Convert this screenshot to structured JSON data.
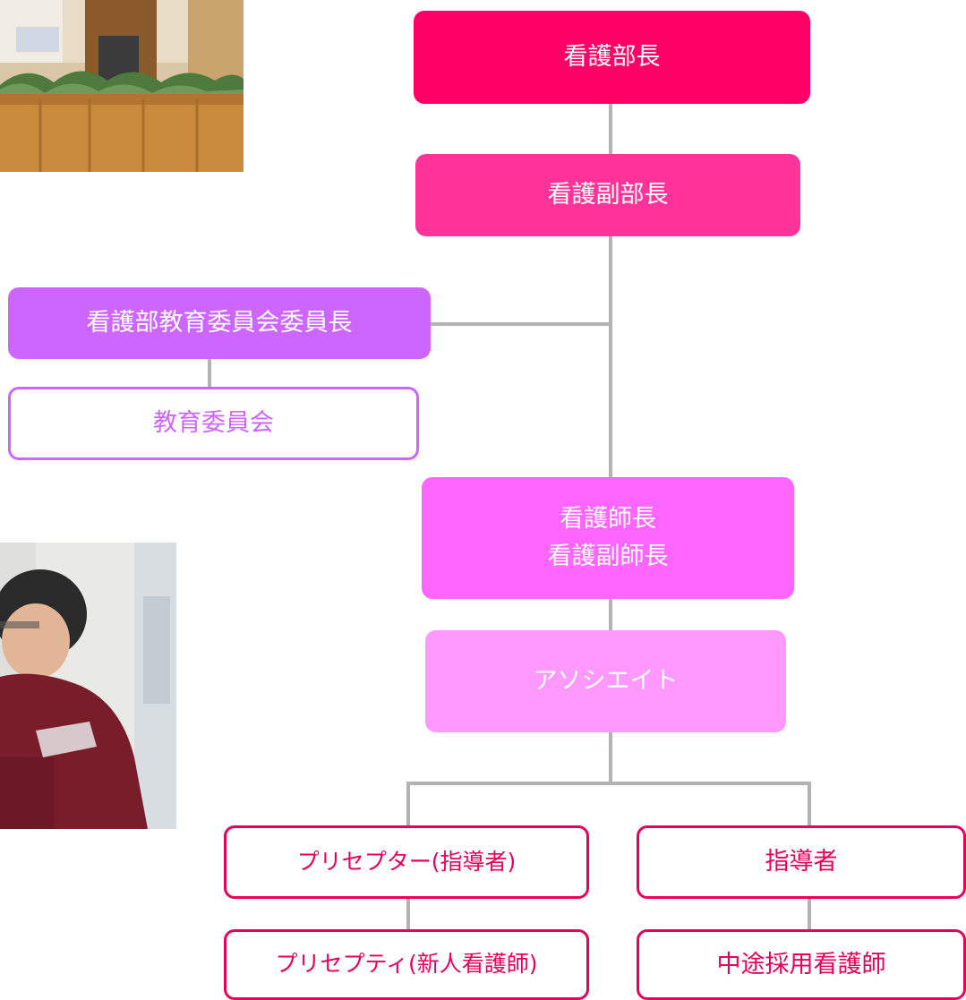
{
  "colors": {
    "level1": "#ff0066",
    "level2": "#ff3399",
    "committee_chair": "#cc66ff",
    "head_nurse": "#ff66ff",
    "associate": "#ff99ff",
    "outline_pink": "#e6005c",
    "outline_purple": "#cc66ff",
    "connector": "#b3b3b3"
  },
  "photos": {
    "top_left": "hospital-interior-photo",
    "mid_left": "nurse-photo"
  },
  "org_chart": {
    "director": "看護部長",
    "deputy_director": "看護副部長",
    "committee_chair": "看護部教育委員会委員長",
    "committee": "教育委員会",
    "head_nurse_lines": [
      "看護師長",
      "看護副師長"
    ],
    "associate": "アソシエイト",
    "preceptor": "プリセプター(指導者)",
    "preceptee": "プリセプティ(新人看護師)",
    "instructor": "指導者",
    "midcareer_nurse": "中途採用看護師"
  }
}
